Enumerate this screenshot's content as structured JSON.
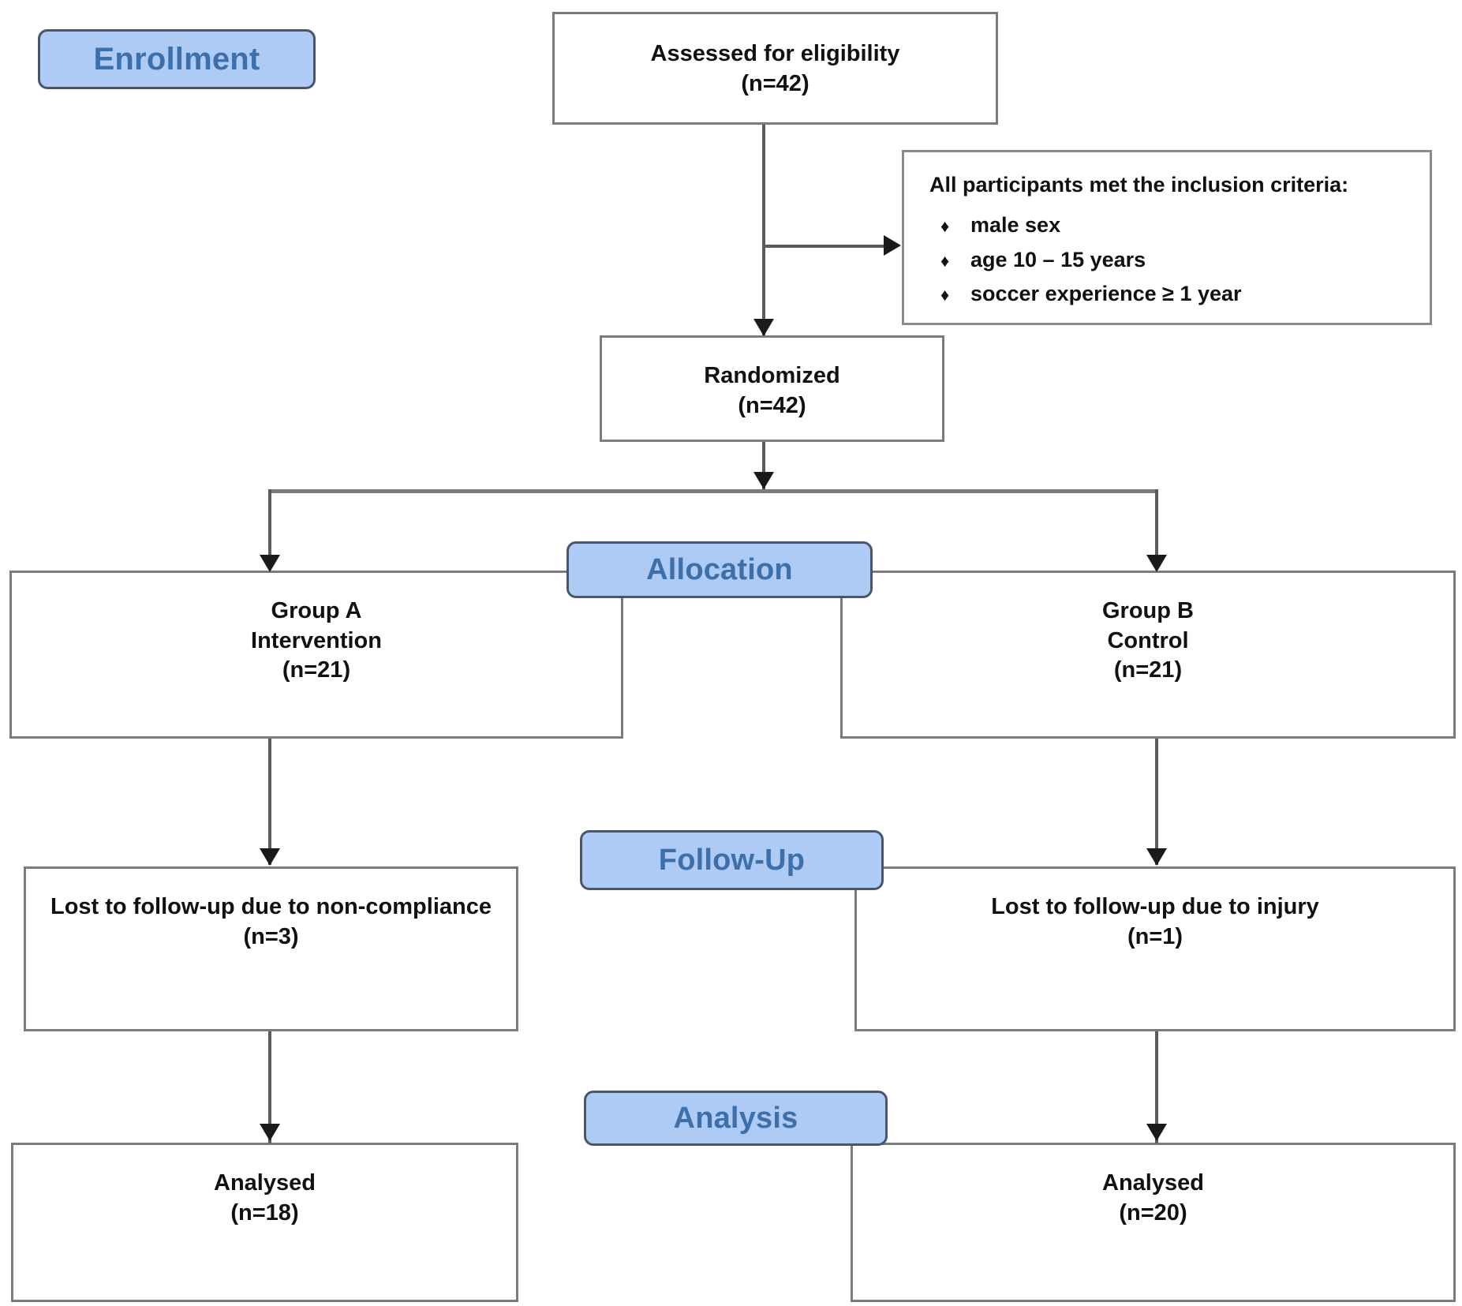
{
  "diagram": {
    "title": "CONSORT participant flow diagram",
    "type": "flowchart",
    "colors": {
      "badge_fill": "#aecbf5",
      "badge_border": "#49566a",
      "badge_text": "#3d6fab",
      "box_border": "#7b7b7b",
      "box_fill": "#ffffff",
      "text": "#111111",
      "connector": "#5d5d5d"
    }
  },
  "stages": {
    "enrollment": "Enrollment",
    "allocation": "Allocation",
    "followup": "Follow-Up",
    "analysis": "Analysis"
  },
  "nodes": {
    "assessed": {
      "label": "Assessed for eligibility",
      "count": "(n=42)",
      "n": 42
    },
    "criteria": {
      "heading": "All participants met the inclusion criteria:",
      "bullet_glyph": "♦",
      "items": [
        "male sex",
        "age 10 – 15 years",
        "soccer experience ≥ 1 year"
      ]
    },
    "randomized": {
      "label": "Randomized",
      "count": "(n=42)",
      "n": 42
    },
    "group_a": {
      "line1": "Group A",
      "line2": "Intervention",
      "count": "(n=21)",
      "n": 21
    },
    "group_b": {
      "line1": "Group B",
      "line2": "Control",
      "count": "(n=21)",
      "n": 21
    },
    "lost_a": {
      "label": "Lost to follow-up due to non-compliance",
      "count": "(n=3)",
      "n": 3
    },
    "lost_b": {
      "label": "Lost to follow-up due to injury",
      "count": "(n=1)",
      "n": 1
    },
    "analysed_a": {
      "label": "Analysed",
      "count": "(n=18)",
      "n": 18
    },
    "analysed_b": {
      "label": "Analysed",
      "count": "(n=20)",
      "n": 20
    }
  }
}
